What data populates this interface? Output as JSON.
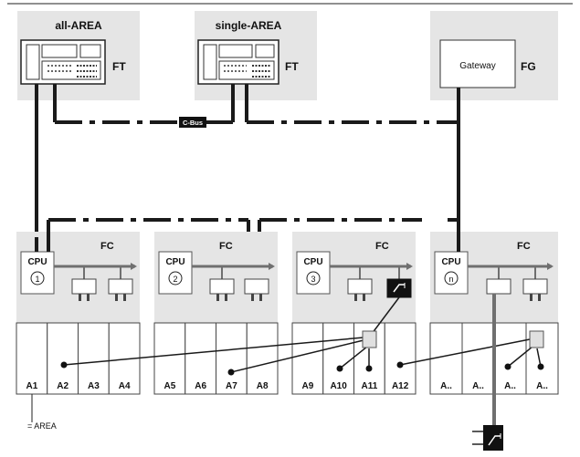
{
  "panels": {
    "all_area": {
      "title": "all-AREA",
      "tag": "FT"
    },
    "single_area": {
      "title": "single-AREA",
      "tag": "FT"
    },
    "gateway": {
      "label": "Gateway",
      "tag": "FG"
    }
  },
  "bus": {
    "label": "C-Bus"
  },
  "controllers": [
    {
      "tag": "FC",
      "cpu": "CPU",
      "num": "1"
    },
    {
      "tag": "FC",
      "cpu": "CPU",
      "num": "2"
    },
    {
      "tag": "FC",
      "cpu": "CPU",
      "num": "3"
    },
    {
      "tag": "FC",
      "cpu": "CPU",
      "num": "n"
    }
  ],
  "areas": [
    "A1",
    "A2",
    "A3",
    "A4",
    "A5",
    "A6",
    "A7",
    "A8",
    "A9",
    "A10",
    "A11",
    "A12",
    "A..",
    "A..",
    "A..",
    "A.."
  ],
  "legend": {
    "text": "= AREA"
  },
  "colors": {
    "box_fill": "#e5e5e5",
    "line": "#1a1a1a",
    "sensor": "#6f6f6f"
  }
}
